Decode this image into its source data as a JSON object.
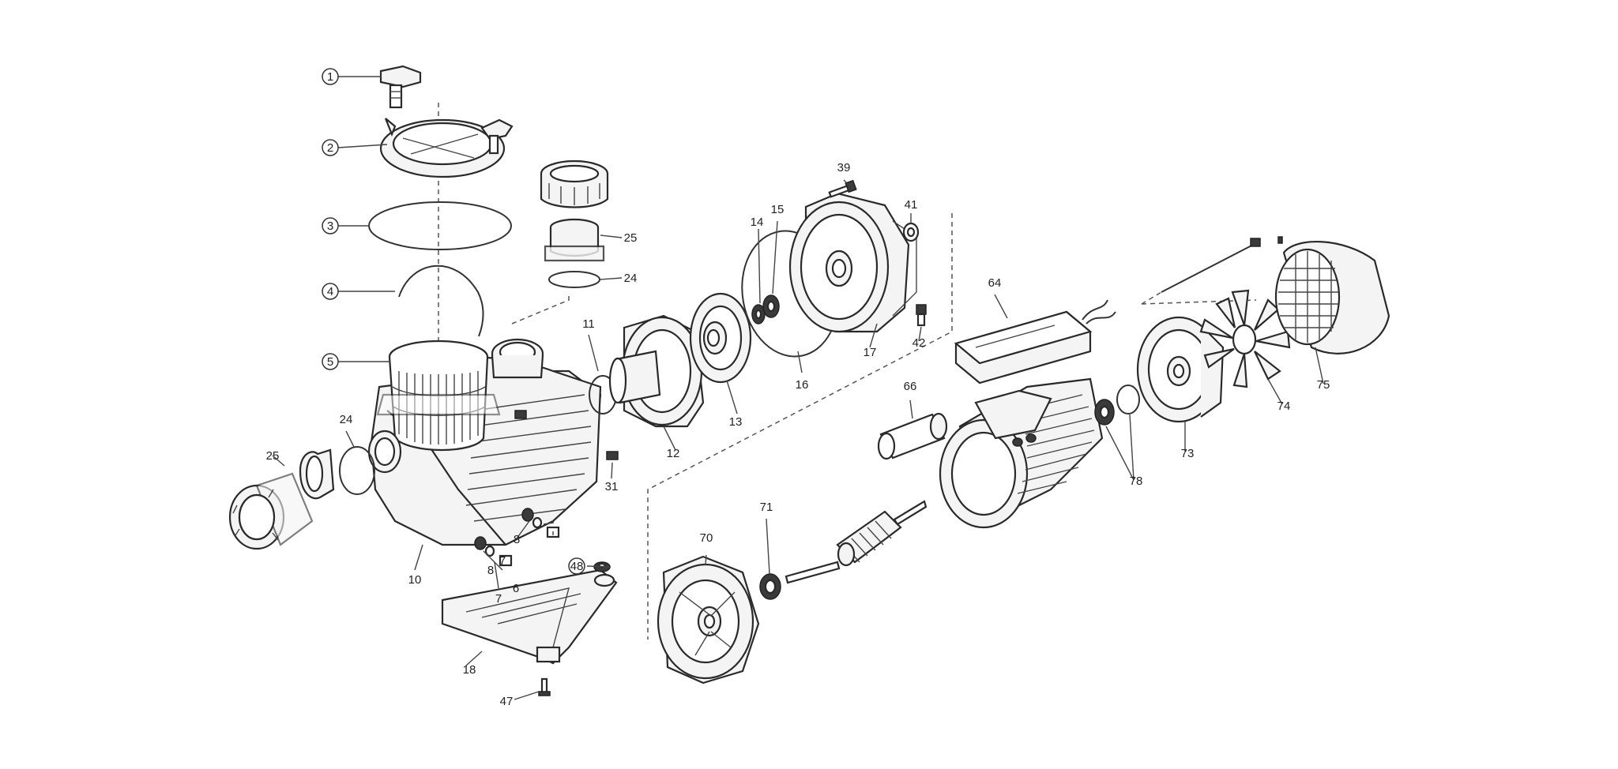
{
  "diagram": {
    "callouts": [
      "1",
      "2",
      "3",
      "4",
      "5",
      "24",
      "25",
      "10",
      "8",
      "7",
      "6",
      "8",
      "7",
      "18",
      "47",
      "31",
      "11",
      "12",
      "13",
      "14",
      "15",
      "16",
      "17",
      "39",
      "41",
      "42",
      "25",
      "24",
      "48",
      "70",
      "71",
      "66",
      "64",
      "78",
      "73",
      "74",
      "75"
    ]
  }
}
